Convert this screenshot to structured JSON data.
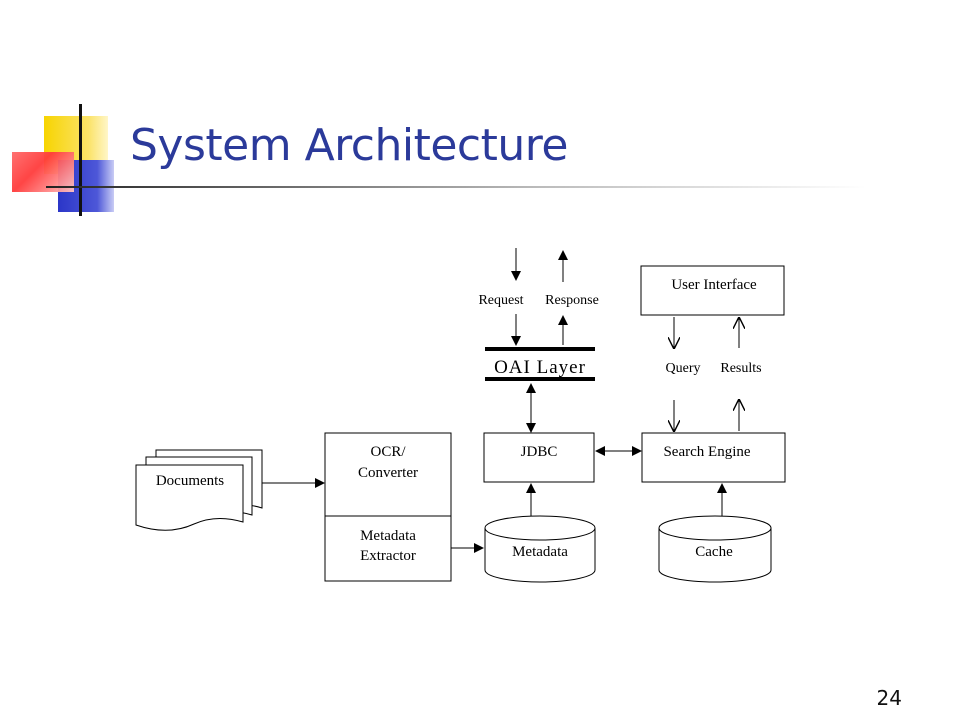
{
  "slide": {
    "title": "System Architecture",
    "page_number": "24"
  },
  "diagram": {
    "documents": "Documents",
    "ocr_line1": "OCR/",
    "ocr_line2": "Converter",
    "meta_line1": "Metadata",
    "meta_line2": "Extractor",
    "metadata_db": "Metadata",
    "jdbc": "JDBC",
    "oai_layer": "OAI Layer",
    "request": "Request",
    "response": "Response",
    "search_engine": "Search Engine",
    "cache": "Cache",
    "user_interface": "User Interface",
    "query": "Query",
    "results": "Results"
  }
}
